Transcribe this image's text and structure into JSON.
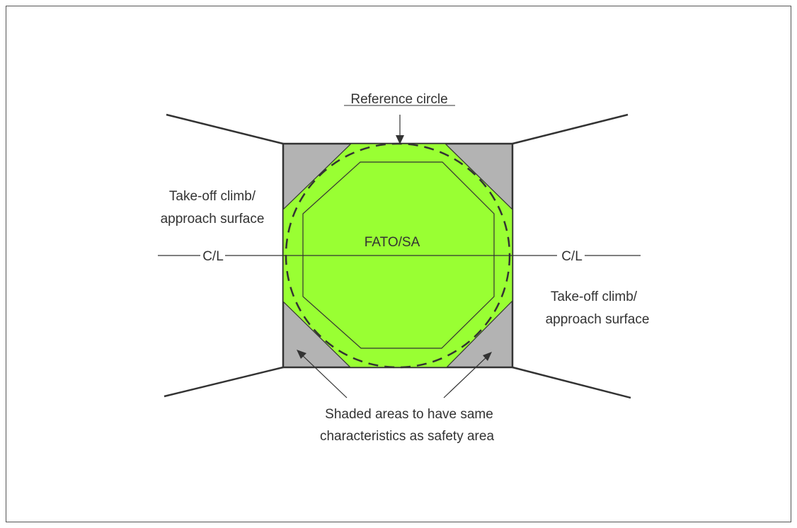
{
  "labels": {
    "reference_circle": "Reference circle",
    "fato_sa": "FATO/SA",
    "centerline_left": "C/L",
    "centerline_right": "C/L",
    "surface_left_line1": "Take-off climb/",
    "surface_left_line2": "approach surface",
    "surface_right_line1": "Take-off climb/",
    "surface_right_line2": "approach surface",
    "shaded_note_line1": "Shaded areas to have same",
    "shaded_note_line2": "characteristics as safety area"
  },
  "colors": {
    "safety_area_fill": "#99ff33",
    "shaded_area_fill": "#b3b3b3",
    "line_color": "#333333",
    "text_color": "#333333"
  }
}
